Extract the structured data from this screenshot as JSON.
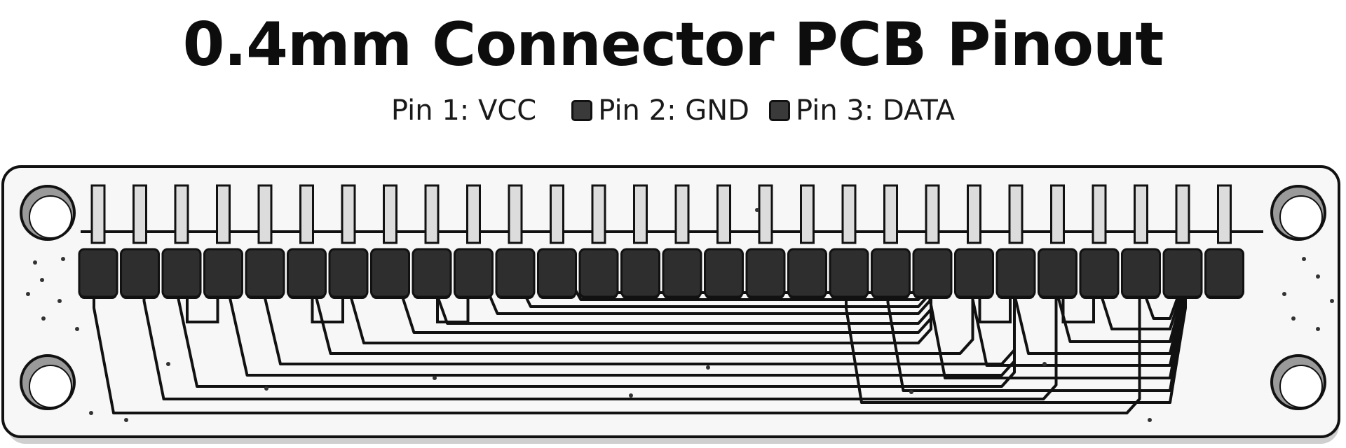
{
  "title": "0.4mm Connector PCB Pinout",
  "legend": [
    {
      "label": "Pin 1: VCC",
      "swatch": false,
      "color": ""
    },
    {
      "label": "Pin 2: GND",
      "swatch": true,
      "color": "#3a3a3a"
    },
    {
      "label": "Pin 3: DATA",
      "swatch": true,
      "color": "#3a3a3a"
    }
  ],
  "board": {
    "pin_count": 28,
    "mounting_holes": 4,
    "colors": {
      "board": "#f7f7f7",
      "outline": "#111111",
      "pad": "#2e2e2e",
      "pin": "#dcdcdc",
      "trace": "#111111",
      "hole_shadow": "#9a9a9a"
    }
  }
}
